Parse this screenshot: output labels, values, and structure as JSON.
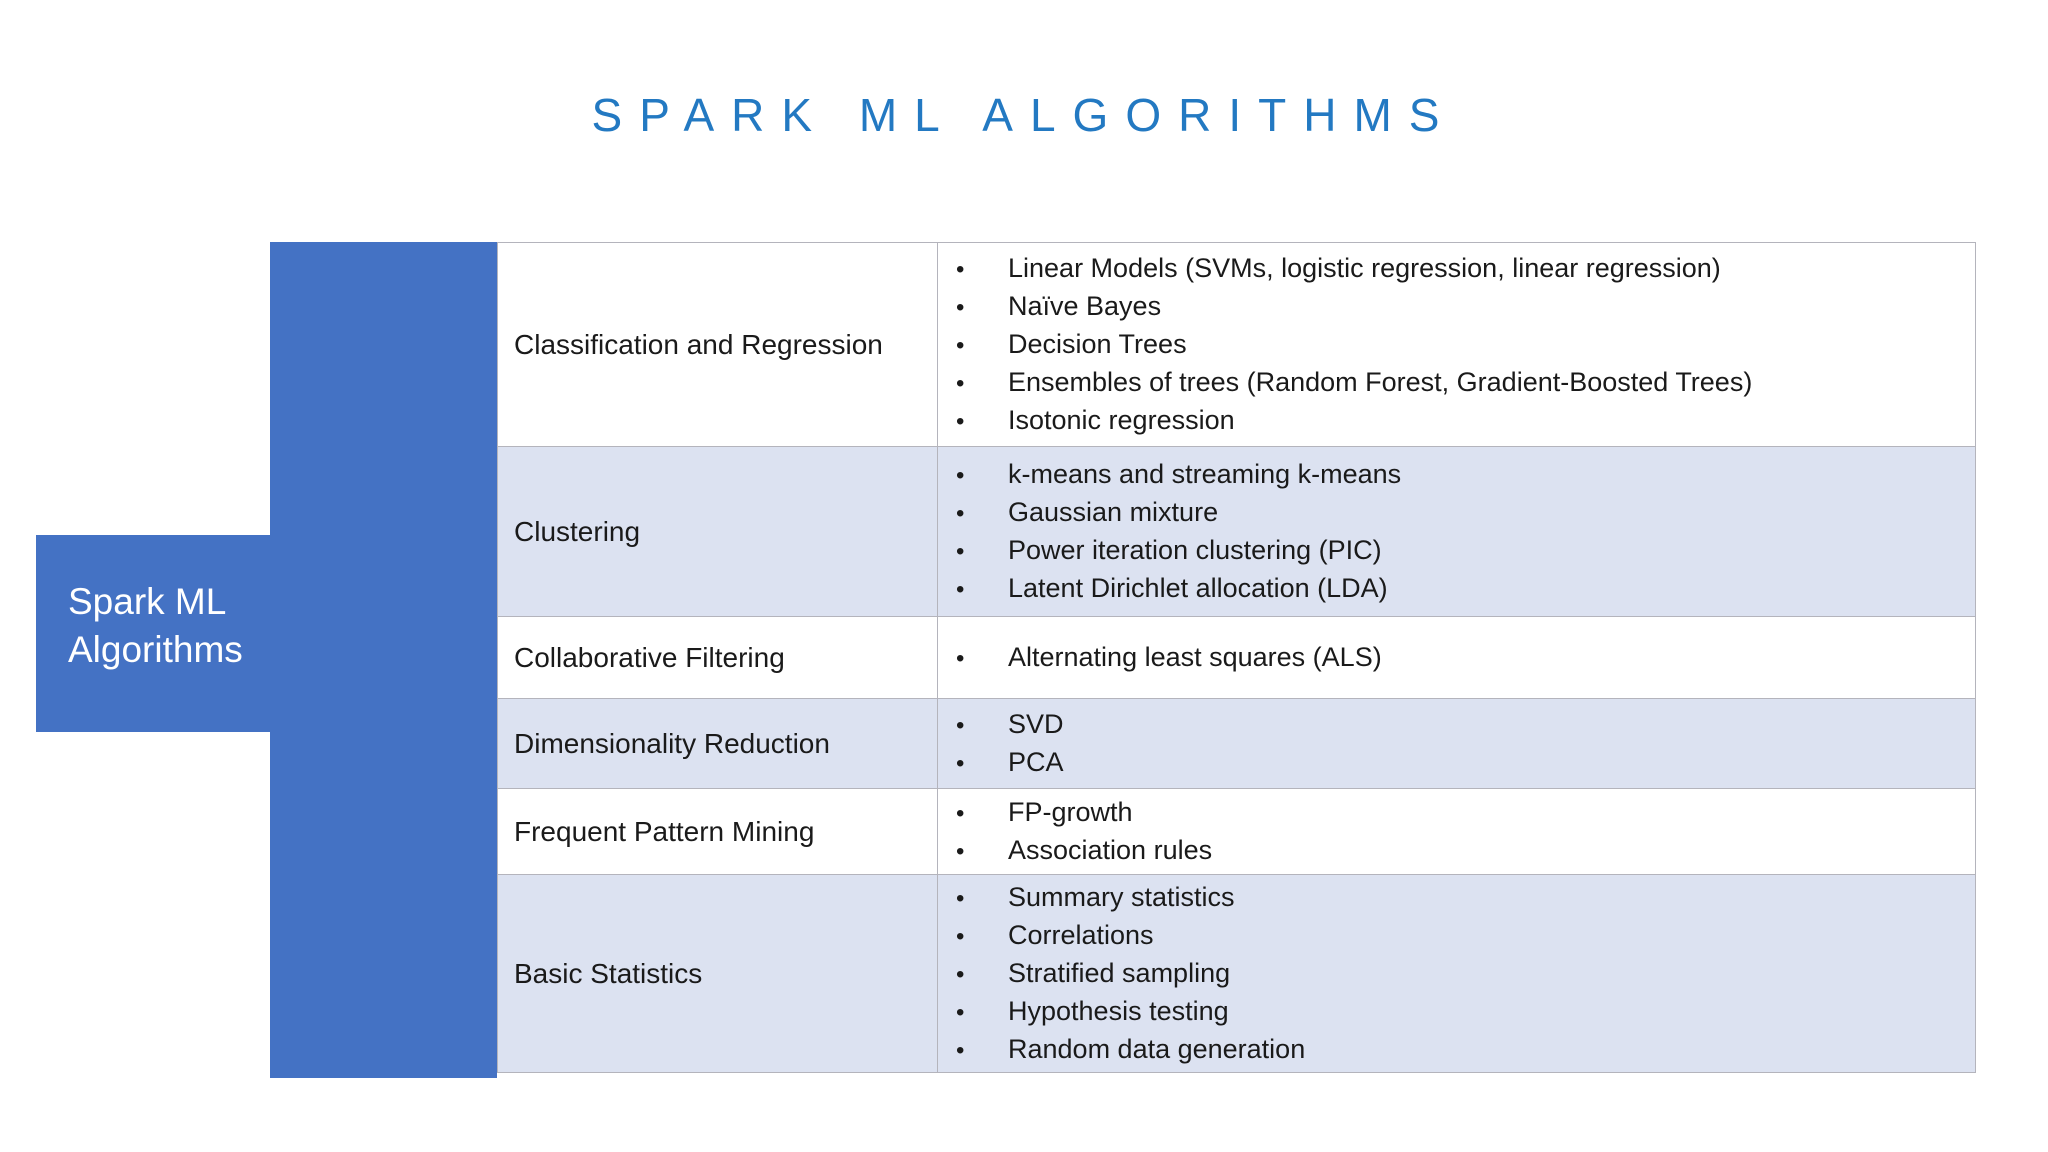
{
  "slide": {
    "title": "SPARK ML ALGORITHMS",
    "title_color": "#2379c2",
    "background_color": "#ffffff"
  },
  "arrow": {
    "label": "Spark ML\nAlgorithms",
    "fill_color": "#4472c4",
    "text_color": "#ffffff"
  },
  "table": {
    "border_color": "#b4b4bc",
    "shaded_row_color": "#dce2f1",
    "plain_row_color": "#ffffff",
    "bullet_glyph": "•",
    "rows": [
      {
        "category": "Classification and Regression",
        "shaded": false,
        "items": [
          "Linear Models (SVMs, logistic regression, linear regression)",
          "Naïve Bayes",
          "Decision Trees",
          "Ensembles of trees (Random Forest, Gradient-Boosted Trees)",
          "Isotonic regression"
        ]
      },
      {
        "category": "Clustering",
        "shaded": true,
        "items": [
          "k-means and streaming k-means",
          "Gaussian mixture",
          "Power iteration clustering (PIC)",
          "Latent Dirichlet allocation (LDA)"
        ]
      },
      {
        "category": "Collaborative Filtering",
        "shaded": false,
        "items": [
          "Alternating least squares (ALS)"
        ]
      },
      {
        "category": "Dimensionality Reduction",
        "shaded": true,
        "items": [
          "SVD",
          "PCA"
        ]
      },
      {
        "category": "Frequent Pattern Mining",
        "shaded": false,
        "items": [
          "FP-growth",
          "Association rules"
        ]
      },
      {
        "category": "Basic Statistics",
        "shaded": true,
        "items": [
          "Summary statistics",
          "Correlations",
          "Stratified sampling",
          "Hypothesis testing",
          "Random data generation"
        ]
      }
    ]
  }
}
